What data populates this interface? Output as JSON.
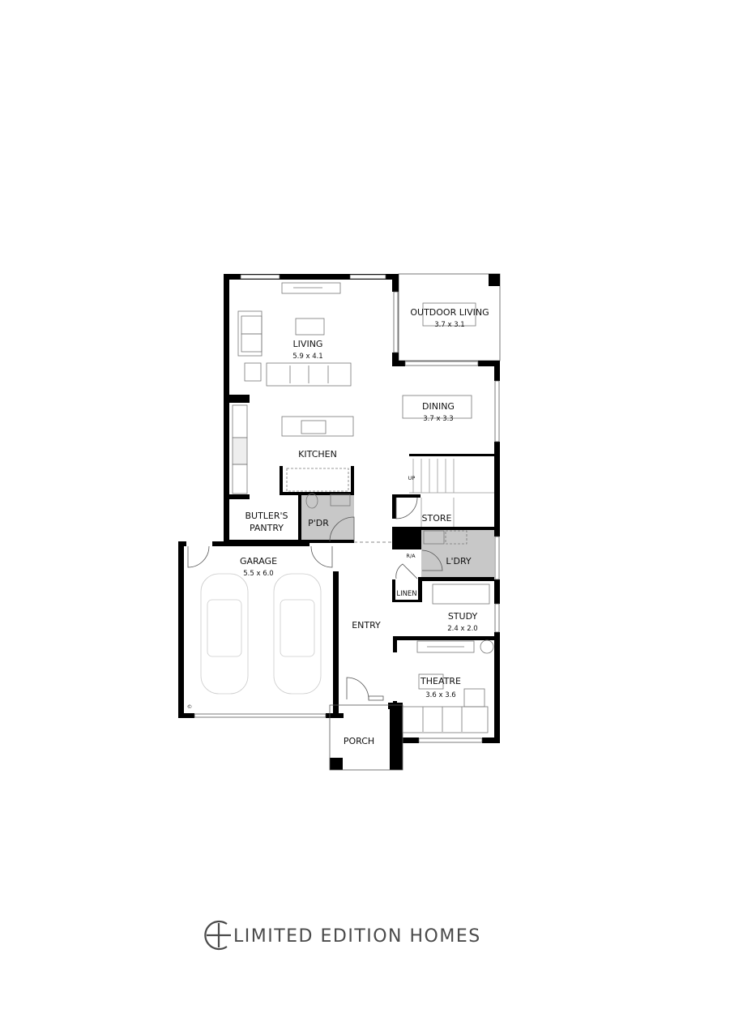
{
  "rooms": {
    "living": {
      "name": "LIVING",
      "size": "5.9 x 4.1"
    },
    "outdoor_living": {
      "name": "OUTDOOR LIVING",
      "size": "3.7 x 3.1"
    },
    "dining": {
      "name": "DINING",
      "size": "3.7 x 3.3"
    },
    "kitchen": {
      "name": "KITCHEN"
    },
    "butlers_pantry": {
      "name_line1": "BUTLER'S",
      "name_line2": "PANTRY"
    },
    "powder": {
      "name": "P'DR"
    },
    "store": {
      "name": "STORE"
    },
    "garage": {
      "name": "GARAGE",
      "size": "5.5 x 6.0"
    },
    "robe_access": {
      "name": "R/A"
    },
    "laundry": {
      "name": "L'DRY"
    },
    "linen": {
      "name": "LINEN"
    },
    "study": {
      "name": "STUDY",
      "size": "2.4 x 2.0"
    },
    "entry": {
      "name": "ENTRY"
    },
    "theatre": {
      "name": "THEATRE",
      "size": "3.6 x 3.6"
    },
    "porch": {
      "name": "PORCH"
    }
  },
  "stairs": {
    "label": "UP"
  },
  "markers": {
    "copyright": "©"
  },
  "colors": {
    "wall": "#000000",
    "wet_area": "#c8c8c8",
    "logo": "#4a4a4a"
  },
  "logo": {
    "text": "LIMITED EDITION HOMES",
    "icon": "circle-plus-icon"
  }
}
